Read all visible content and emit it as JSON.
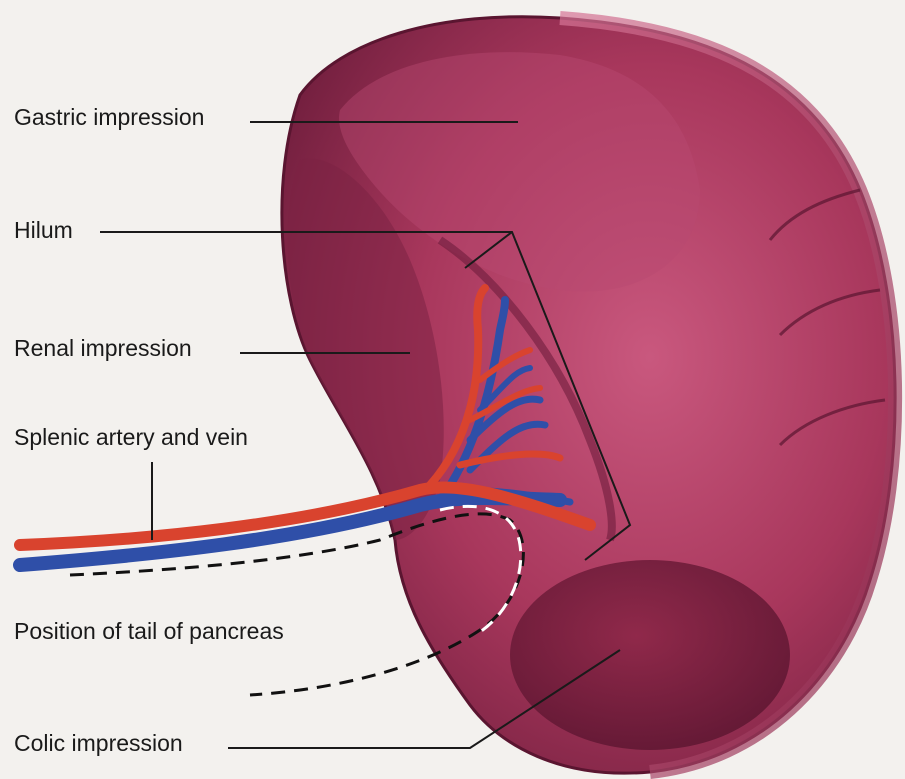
{
  "labels": {
    "gastric": "Gastric impression",
    "hilum": "Hilum",
    "renal": "Renal impression",
    "splenic": "Splenic artery and vein",
    "tail": "Position of tail of pancreas",
    "colic": "Colic impression"
  },
  "colors": {
    "spleen": "#a8375c",
    "spleen_dark": "#6e1d3c",
    "artery": "#d9432e",
    "vein": "#2f4fa8",
    "leader": "#1a1a1a",
    "background": "#f3f1ee"
  }
}
